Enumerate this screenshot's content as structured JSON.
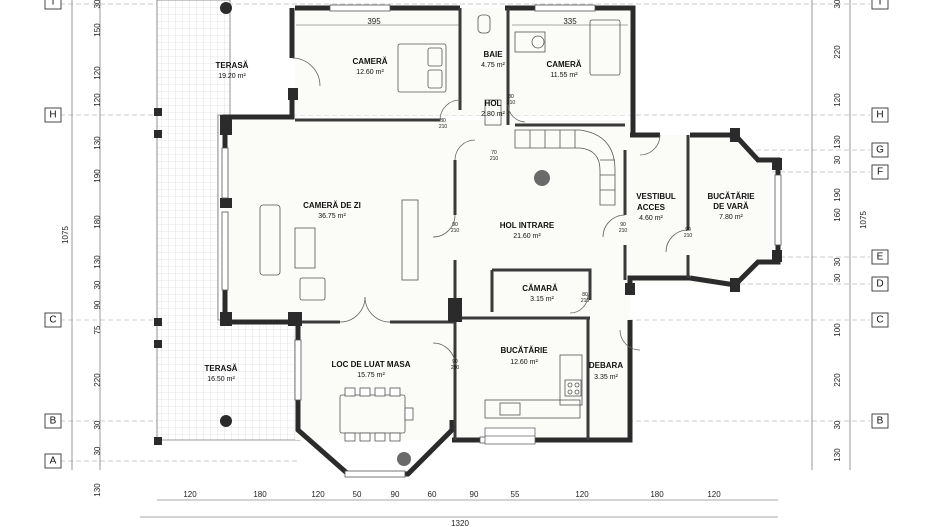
{
  "total_dimension": "1320",
  "left_total_dimension": "1075",
  "right_total_dimension": "1075",
  "axes": {
    "I": "I",
    "H": "H",
    "G": "G",
    "F": "F",
    "E": "E",
    "D": "D",
    "C": "C",
    "B": "B",
    "A": "A"
  },
  "rooms": {
    "terasa_top": {
      "name": "TERASĂ",
      "area": "19.20 m²"
    },
    "camera_1": {
      "name": "CAMERĂ",
      "area": "12.60 m²"
    },
    "baie": {
      "name": "BAIE",
      "area": "4.75 m²"
    },
    "camera_2": {
      "name": "CAMERĂ",
      "area": "11.55 m²"
    },
    "hol": {
      "name": "HOL",
      "area": "2.80 m²"
    },
    "camera_de_zi": {
      "name": "CAMERĂ DE ZI",
      "area": "36.75 m²"
    },
    "hol_intrare": {
      "name": "HOL INTRARE",
      "area": "21.60 m²"
    },
    "vestibul": {
      "name_1": "VESTIBUL",
      "name_2": "ACCES",
      "area": "4.60 m²"
    },
    "bucatarie_vara": {
      "name_1": "BUCĂTĂRIE",
      "name_2": "DE VARĂ",
      "area": "7.80 m²"
    },
    "camara": {
      "name": "CĂMARĂ",
      "area": "3.15 m²"
    },
    "terasa_bottom": {
      "name": "TERASĂ",
      "area": "16.50 m²"
    },
    "loc_masa": {
      "name": "LOC DE LUAT MASA",
      "area": "15.75 m²"
    },
    "bucatarie": {
      "name": "BUCĂTĂRIE",
      "area": "12.60 m²"
    },
    "debara": {
      "name": "DEBARA",
      "area": "3.35 m²"
    }
  },
  "top_dims": {
    "room1": "395",
    "room2": "335"
  },
  "bottom_dims": [
    "120",
    "180",
    "120",
    "50",
    "90",
    "60",
    "90",
    "55",
    "120",
    "180",
    "120"
  ],
  "left_dims": [
    "30",
    "150",
    "120",
    "120",
    "130",
    "190",
    "180",
    "130",
    "30",
    "90",
    "75",
    "220",
    "30",
    "30",
    "130"
  ],
  "right_dims": [
    "30",
    "220",
    "120",
    "130",
    "30",
    "190",
    "160",
    "30",
    "30",
    "100",
    "220",
    "30",
    "130"
  ],
  "doors": {
    "d1": [
      "80",
      "210"
    ],
    "d2": [
      "90",
      "210"
    ],
    "d3": [
      "90",
      "210"
    ],
    "d4": [
      "80",
      "210"
    ],
    "d5": [
      "90",
      "210"
    ],
    "d6": [
      "90",
      "210"
    ],
    "d7": [
      "80",
      "210"
    ],
    "d8": [
      "70",
      "210"
    ]
  }
}
